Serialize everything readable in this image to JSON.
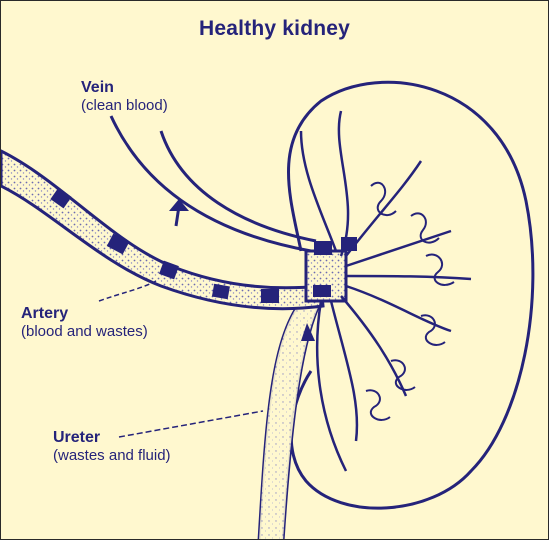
{
  "diagram": {
    "title": "Healthy kidney",
    "labels": {
      "vein": {
        "name": "Vein",
        "note": "(clean blood)"
      },
      "artery": {
        "name": "Artery",
        "note": "(blood and wastes)"
      },
      "ureter": {
        "name": "Ureter",
        "note": "(wastes and fluid)"
      }
    }
  },
  "colors": {
    "ink": "#25237a",
    "paper": "#fff8cf",
    "stipple": "#7a78b8"
  },
  "icons": [
    "kidney-outline",
    "artery-vessel",
    "vein-vessel",
    "ureter-tube",
    "flow-arrow"
  ]
}
